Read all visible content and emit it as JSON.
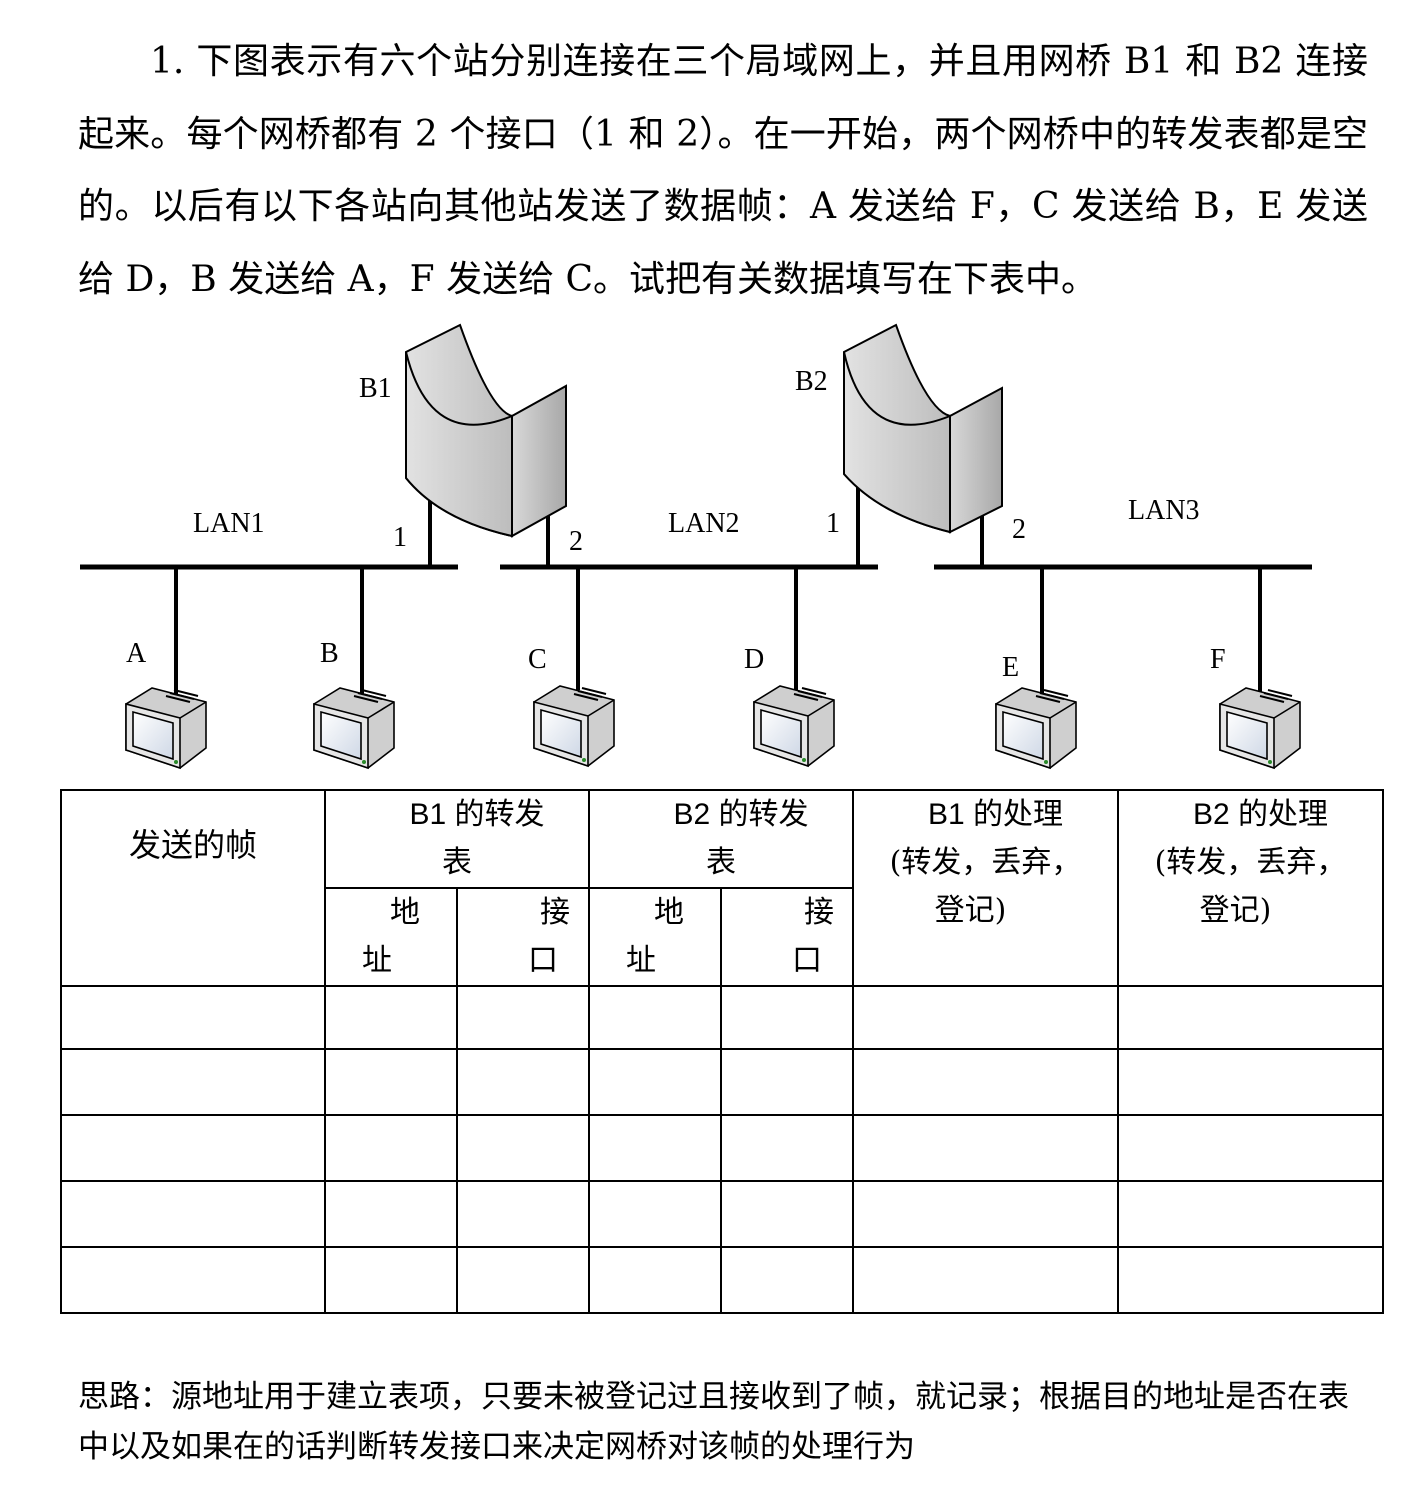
{
  "question": {
    "text": "1. 下图表示有六个站分别连接在三个局域网上，并且用网桥 B1 和 B2 连接起来。每个网桥都有 2 个接口（1 和 2）。在一开始，两个网桥中的转发表都是空的。以后有以下各站向其他站发送了数据帧：A 发送给 F，C 发送给 B，E 发送给 D，B 发送给 A，F 发送给 C。试把有关数据填写在下表中。"
  },
  "diagram": {
    "bridges": [
      {
        "label": "B1",
        "port1_label": "1",
        "port2_label": "2"
      },
      {
        "label": "B2",
        "port1_label": "1",
        "port2_label": "2"
      }
    ],
    "lans": [
      "LAN1",
      "LAN2",
      "LAN3"
    ],
    "stations": [
      "A",
      "B",
      "C",
      "D",
      "E",
      "F"
    ]
  },
  "table": {
    "headers": {
      "frame": "发送的帧",
      "b1_table": [
        "B1 的转发",
        "表"
      ],
      "b2_table": [
        "B2 的转发",
        "表"
      ],
      "address": [
        "地",
        "址"
      ],
      "port": [
        "接",
        "口"
      ],
      "b1_proc": [
        "B1 的处理",
        "(转发，丢弃，",
        "登记)"
      ],
      "b2_proc": [
        "B2 的处理",
        "(转发，丢弃，",
        "登记)"
      ]
    },
    "rows": [
      [
        "",
        "",
        "",
        "",
        "",
        "",
        ""
      ],
      [
        "",
        "",
        "",
        "",
        "",
        "",
        ""
      ],
      [
        "",
        "",
        "",
        "",
        "",
        "",
        ""
      ],
      [
        "",
        "",
        "",
        "",
        "",
        "",
        ""
      ],
      [
        "",
        "",
        "",
        "",
        "",
        "",
        ""
      ]
    ]
  },
  "note": {
    "text": "思路：源地址用于建立表项，只要未被登记过且接收到了帧，就记录；根据目的地址是否在表中以及如果在的话判断转发接口来决定网桥对该帧的处理行为"
  }
}
